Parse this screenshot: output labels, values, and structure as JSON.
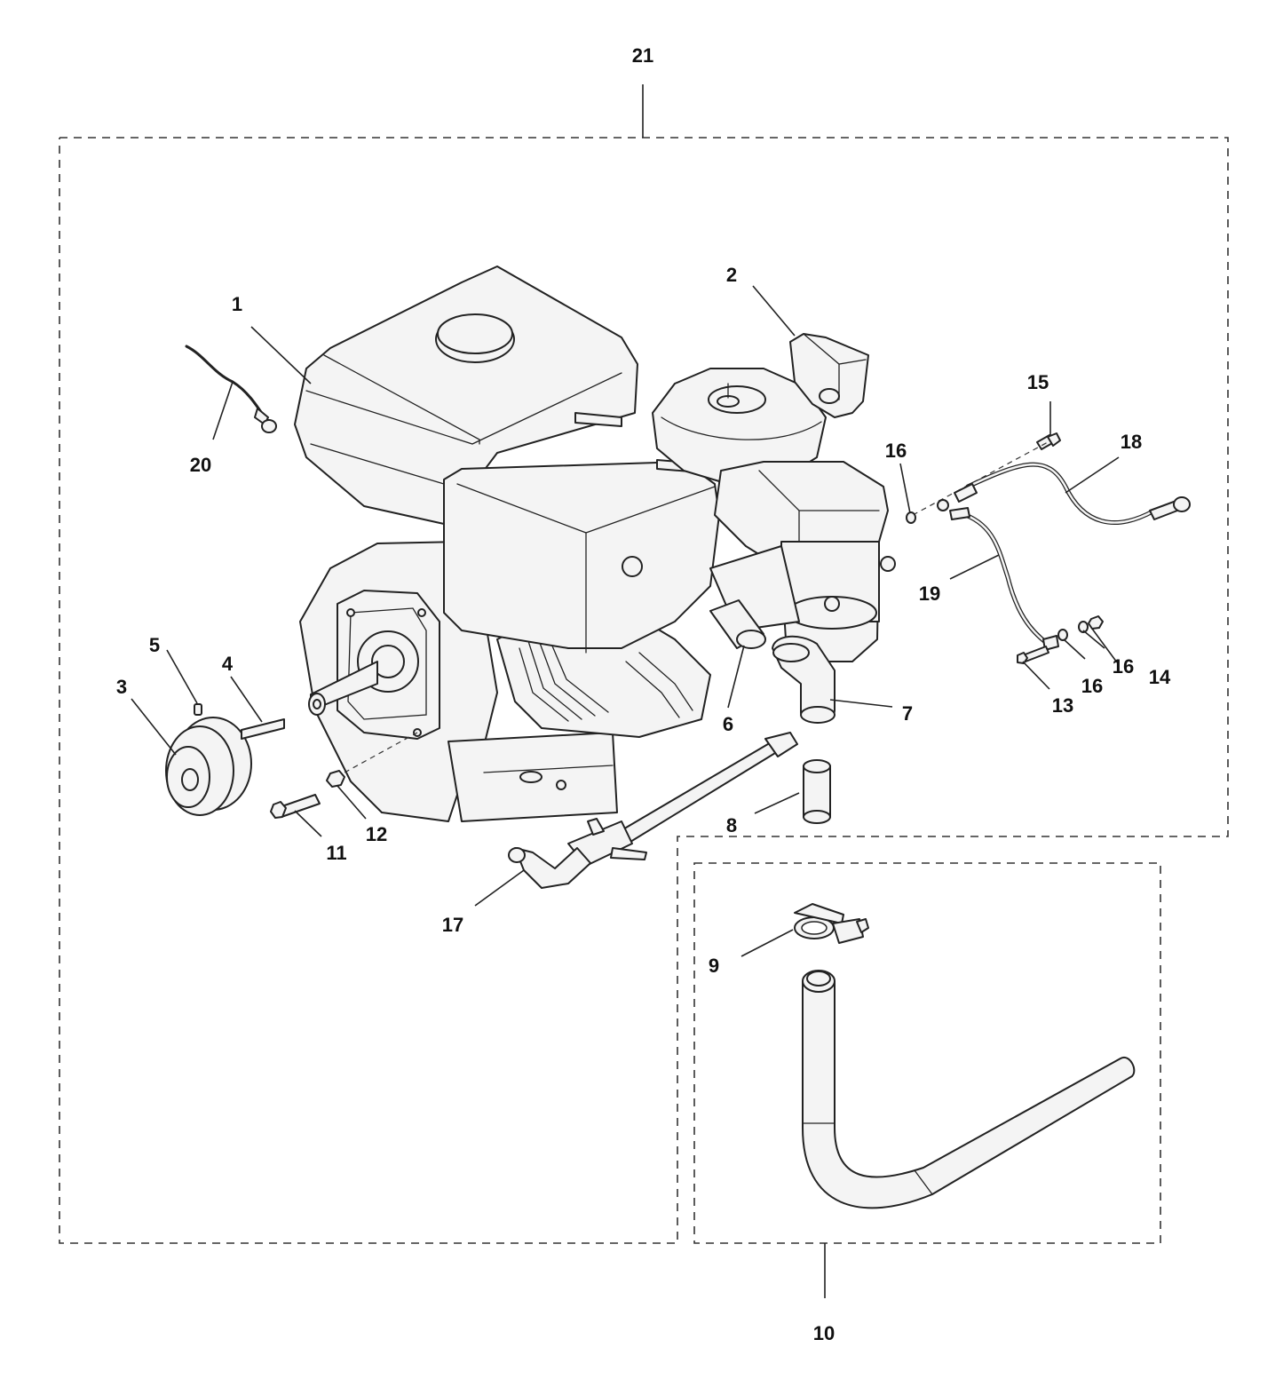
{
  "callouts": {
    "c1": "1",
    "c2": "2",
    "c3": "3",
    "c4": "4",
    "c5": "5",
    "c6": "6",
    "c7": "7",
    "c8": "8",
    "c9": "9",
    "c10": "10",
    "c11": "11",
    "c12": "12",
    "c13": "13",
    "c14": "14",
    "c15": "15",
    "c16a": "16",
    "c16b": "16",
    "c16c": "16",
    "c17": "17",
    "c18": "18",
    "c19": "19",
    "c20": "20",
    "c21": "21"
  }
}
